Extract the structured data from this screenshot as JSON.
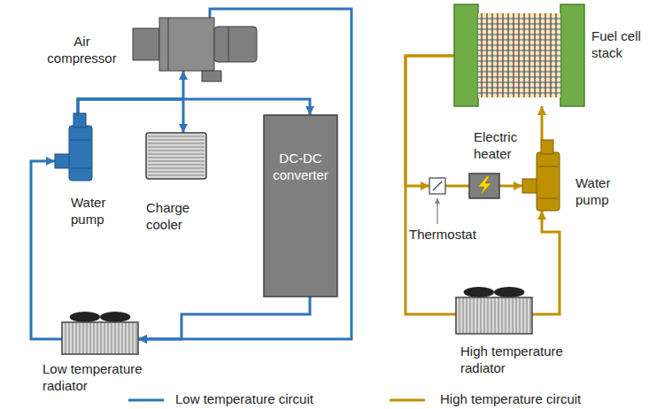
{
  "diagram": {
    "nodes": [
      {
        "text": [
          "Air compressor"
        ]
      },
      {
        "text": [
          "Water pump"
        ]
      },
      {
        "text": [
          "Charge cooler"
        ]
      },
      {
        "text": [
          "DC-DC converter"
        ]
      },
      {
        "text": [
          "Low temperature radiator"
        ]
      },
      {
        "text": [
          "Fuel cell stack"
        ]
      },
      {
        "text": [
          "Electric heater"
        ]
      },
      {
        "text": [
          "Water pump"
        ]
      },
      {
        "text": [
          "Thermostat"
        ]
      },
      {
        "text": [
          "High temperature radiator"
        ]
      }
    ],
    "edges": [
      {
        "from": 1,
        "to": 0,
        "arrow": "to"
      },
      {
        "from": 1,
        "to": 2,
        "arrow": "to"
      },
      {
        "from": 1,
        "to": 3,
        "arrow": "to"
      },
      {
        "from": 0,
        "to": 4,
        "arrow": "to"
      },
      {
        "from": 3,
        "to": 4,
        "arrow": "to"
      },
      {
        "from": 4,
        "to": 1,
        "arrow": "to"
      },
      {
        "from": 5,
        "to": 8,
        "arrow": "to"
      },
      {
        "from": 5,
        "to": 9,
        "arrow": "none"
      },
      {
        "from": 8,
        "to": 6,
        "arrow": "none"
      },
      {
        "from": 6,
        "to": 7,
        "arrow": "to"
      },
      {
        "from": 9,
        "to": 7,
        "arrow": "to"
      },
      {
        "from": 7,
        "to": 5,
        "arrow": "to"
      }
    ],
    "legend": [
      {
        "text": "Low temperature circuit"
      },
      {
        "text": "High temperature circuit"
      }
    ]
  }
}
